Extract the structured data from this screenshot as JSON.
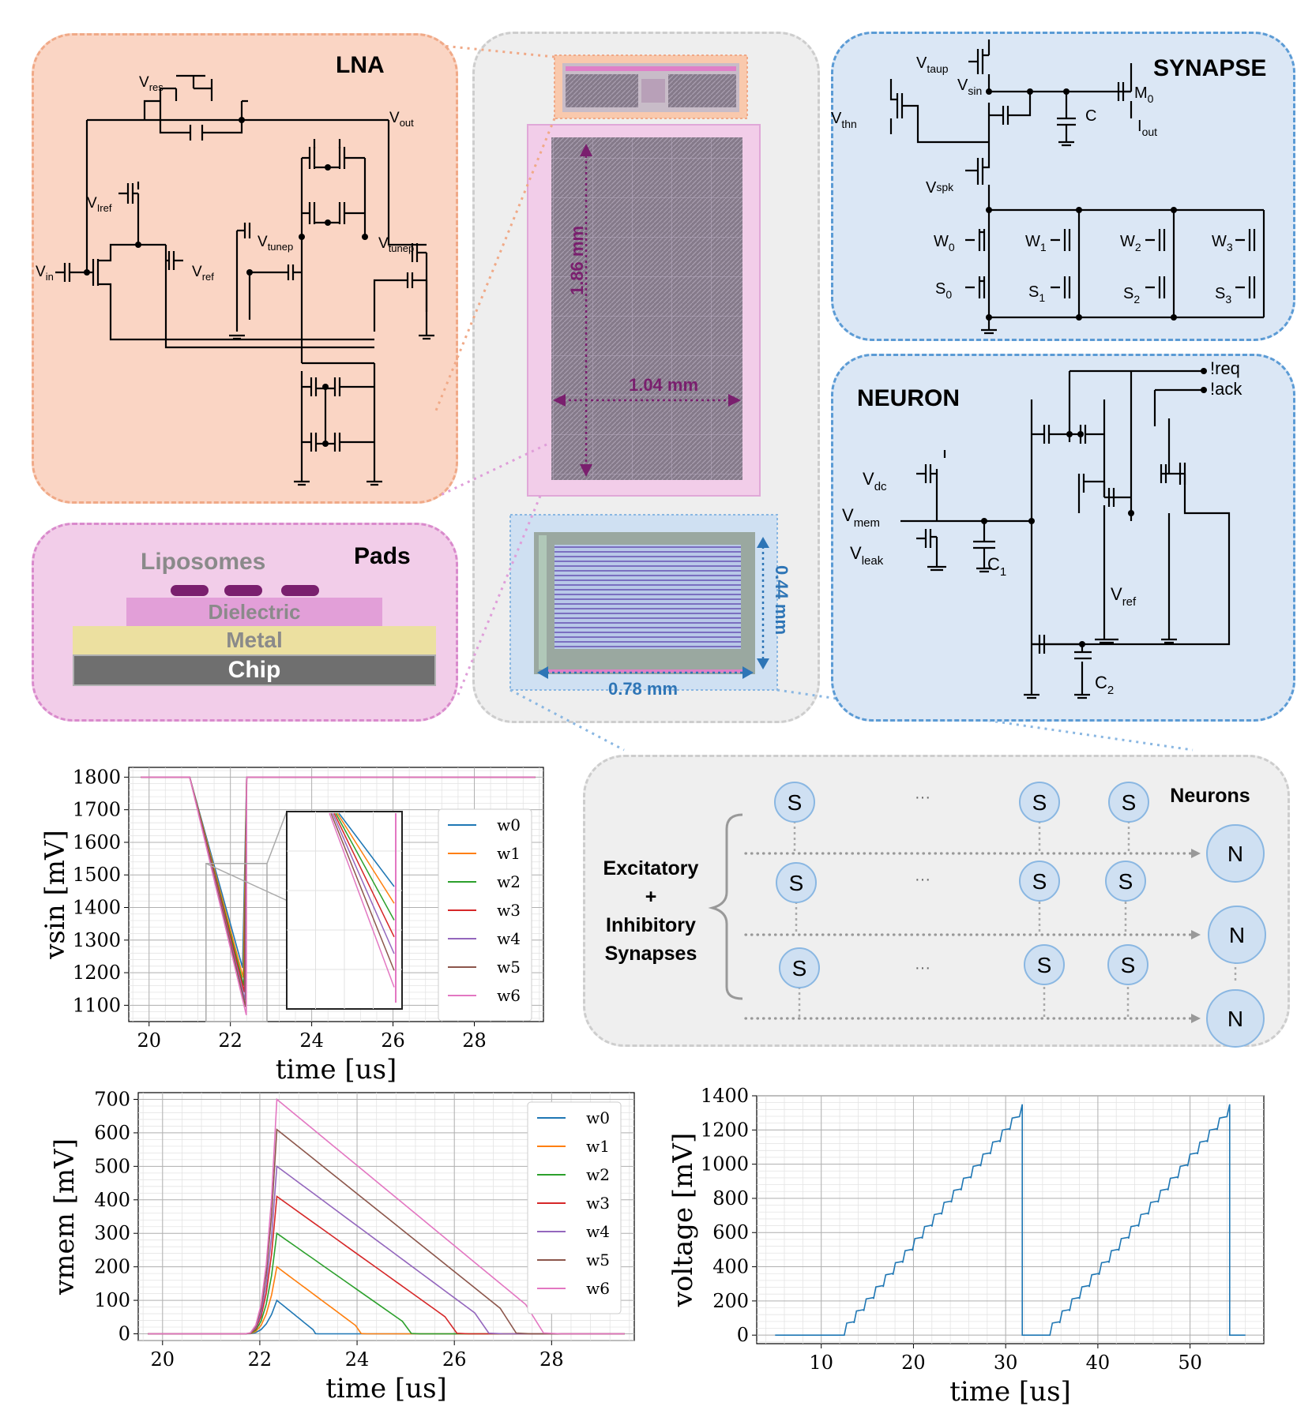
{
  "panels": {
    "lna": {
      "title": "LNA",
      "labels": {
        "vres": "V",
        "vres_sub": "res",
        "vout": "V",
        "vout_sub": "out",
        "viref": "V",
        "viref_sub": "Iref",
        "vin": "V",
        "vin_sub": "in",
        "vref": "V",
        "vref_sub": "ref",
        "vtunep1": "V",
        "vtunep1_sub": "tunep",
        "vtunep2": "V",
        "vtunep2_sub": "tunep"
      }
    },
    "pads": {
      "title": "Pads",
      "layers": {
        "liposomes": "Liposomes",
        "dielectric": "Dielectric",
        "metal": "Metal",
        "chip": "Chip"
      }
    },
    "chip": {
      "dim_height": "1.86 mm",
      "dim_width": "1.04 mm",
      "syn_height": "0.44 mm",
      "syn_width": "0.78 mm"
    },
    "synapse": {
      "title": "SYNAPSE",
      "labels": {
        "vtaup": "V",
        "vtaup_sub": "taup",
        "vsin": "V",
        "vsin_sub": "sin",
        "vthn": "V",
        "vthn_sub": "thn",
        "m0": "M",
        "m0_sub": "0",
        "c": "C",
        "iout": "I",
        "iout_sub": "out",
        "vspk": "V",
        "vspk_sub": "spk",
        "w0": "W",
        "w0_sub": "0",
        "w1": "W",
        "w1_sub": "1",
        "w2": "W",
        "w2_sub": "2",
        "w3": "W",
        "w3_sub": "3",
        "s0": "S",
        "s0_sub": "0",
        "s1": "S",
        "s1_sub": "1",
        "s2": "S",
        "s2_sub": "2",
        "s3": "S",
        "s3_sub": "3"
      }
    },
    "neuron": {
      "title": "NEURON",
      "labels": {
        "req": "!req",
        "ack": "!ack",
        "vdc": "V",
        "vdc_sub": "dc",
        "vmem": "V",
        "vmem_sub": "mem",
        "vleak": "V",
        "vleak_sub": "leak",
        "c1": "C",
        "c1_sub": "1",
        "vref": "V",
        "vref_sub": "ref",
        "c2": "C",
        "c2_sub": "2"
      }
    },
    "array": {
      "synapse_label": "S",
      "neuron_label": "N",
      "dots": "···",
      "neurons_title": "Neurons",
      "group_label": [
        "Excitatory",
        "+",
        "Inhibitory",
        "Synapses"
      ]
    }
  },
  "colors": {
    "lna": "#fad5c4",
    "pads": "#f2cde9",
    "blue": "#dbe7f5",
    "accent_purple": "#7a1f6e",
    "accent_blue": "#2e75b6"
  },
  "chart_data": [
    {
      "type": "line",
      "xlabel": "time [us]",
      "ylabel": "vsin [mV]",
      "xlim": [
        19.5,
        29.7
      ],
      "ylim": [
        1050,
        1830
      ],
      "xticks": [
        20,
        22,
        24,
        26,
        28
      ],
      "yticks": [
        1100,
        1200,
        1300,
        1400,
        1500,
        1600,
        1700,
        1800
      ],
      "legend": "right",
      "series": [
        {
          "name": "w0",
          "color": "#1f77b4",
          "min": 1215
        },
        {
          "name": "w1",
          "color": "#ff7f0e",
          "min": 1185
        },
        {
          "name": "w2",
          "color": "#2ca02c",
          "min": 1160
        },
        {
          "name": "w3",
          "color": "#d62728",
          "min": 1140
        },
        {
          "name": "w4",
          "color": "#9467bd",
          "min": 1115
        },
        {
          "name": "w5",
          "color": "#8c564b",
          "min": 1095
        },
        {
          "name": "w6",
          "color": "#e377c2",
          "min": 1070
        }
      ],
      "drop_start": 21.0,
      "drop_end": 22.3,
      "recover": 22.4,
      "baseline": 1800
    },
    {
      "type": "line",
      "xlabel": "time [us]",
      "ylabel": "vmem [mV]",
      "xlim": [
        19.5,
        29.7
      ],
      "ylim": [
        -20,
        720
      ],
      "xticks": [
        20,
        22,
        24,
        26,
        28
      ],
      "yticks": [
        0,
        100,
        200,
        300,
        400,
        500,
        600,
        700
      ],
      "legend": "right",
      "series": [
        {
          "name": "w0",
          "color": "#1f77b4",
          "peak": 100,
          "end": 23.2
        },
        {
          "name": "w1",
          "color": "#ff7f0e",
          "peak": 200,
          "end": 24.2
        },
        {
          "name": "w2",
          "color": "#2ca02c",
          "peak": 300,
          "end": 25.3
        },
        {
          "name": "w3",
          "color": "#d62728",
          "peak": 410,
          "end": 26.3
        },
        {
          "name": "w4",
          "color": "#9467bd",
          "peak": 500,
          "end": 27.0
        },
        {
          "name": "w5",
          "color": "#8c564b",
          "peak": 610,
          "end": 27.6
        },
        {
          "name": "w6",
          "color": "#e377c2",
          "peak": 700,
          "end": 28.2
        }
      ],
      "rise_start": 21.7,
      "peak_time": 22.35
    },
    {
      "type": "line",
      "xlabel": "time [us]",
      "ylabel": "voltage [mV]",
      "xlim": [
        3,
        58
      ],
      "ylim": [
        -50,
        1400
      ],
      "xticks": [
        10,
        20,
        30,
        40,
        50
      ],
      "yticks": [
        0,
        200,
        400,
        600,
        800,
        1000,
        1200,
        1400
      ],
      "series": [
        {
          "name": "",
          "color": "#1f77b4"
        }
      ],
      "spikes": [
        {
          "start": 12.5,
          "reset": 31.8,
          "peak": 1350
        },
        {
          "start": 34.8,
          "reset": 54.3,
          "peak": 1350
        }
      ],
      "steps_per_cycle": 18
    }
  ]
}
